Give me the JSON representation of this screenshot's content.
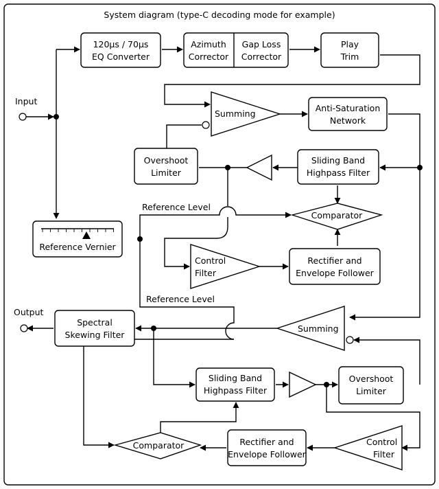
{
  "title": "System diagram (type-C decoding mode for example)",
  "labels": {
    "input": "Input",
    "output": "Output",
    "reference_level_top": "Reference Level",
    "reference_level_bottom": "Reference Level"
  },
  "blocks": {
    "eq_converter": [
      "120µs / 70µs",
      "EQ Converter"
    ],
    "azimuth_corrector": [
      "Azimuth",
      "Corrector"
    ],
    "gap_loss_corrector": [
      "Gap Loss",
      "Corrector"
    ],
    "play_trim": [
      "Play",
      "Trim"
    ],
    "summing_top": "Summing",
    "anti_saturation": [
      "Anti-Saturation",
      "Network"
    ],
    "overshoot_limiter_top": [
      "Overshoot",
      "Limiter"
    ],
    "sliding_band_top": [
      "Sliding Band",
      "Highpass Filter"
    ],
    "comparator_top": "Comparator",
    "reference_vernier": "Reference Vernier",
    "control_filter_top": [
      "Control",
      "Filter"
    ],
    "rectifier_top": [
      "Rectifier and",
      "Envelope Follower"
    ],
    "spectral_skewing": [
      "Spectral",
      "Skewing Filter"
    ],
    "summing_bottom": "Summing",
    "sliding_band_bottom": [
      "Sliding Band",
      "Highpass Filter"
    ],
    "overshoot_limiter_bottom": [
      "Overshoot",
      "Limiter"
    ],
    "comparator_bottom": "Comparator",
    "rectifier_bottom": [
      "Rectifier and",
      "Envelope Follower"
    ],
    "control_filter_bottom": [
      "Control",
      "Filter"
    ]
  }
}
